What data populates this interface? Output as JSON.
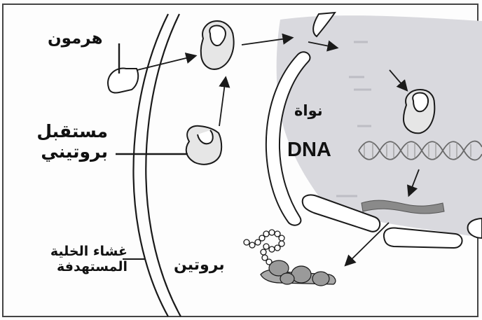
{
  "labels": {
    "hormone": "هرمون",
    "receptor_line1": "مستقبل",
    "receptor_line2": "بروتيني",
    "nucleus": "نواة",
    "dna": "DNA",
    "protein": "بروتين",
    "membrane_line1": "غشاء الخلية",
    "membrane_line2": "المستهدفة"
  },
  "icons": {
    "hormone": "hormone-molecule-shape",
    "receptor": "receptor-protein-shape",
    "dna": "double-helix",
    "mrna": "mrna-strand",
    "protein": "protein-chain-beads"
  },
  "colors": {
    "nucleus_fill": "#d9d9de",
    "outline": "#1a1a1a",
    "receptor_fill": "#e6e6e6",
    "protein_fill": "#a8a8a8",
    "mrna_fill": "#8a8a8a"
  }
}
